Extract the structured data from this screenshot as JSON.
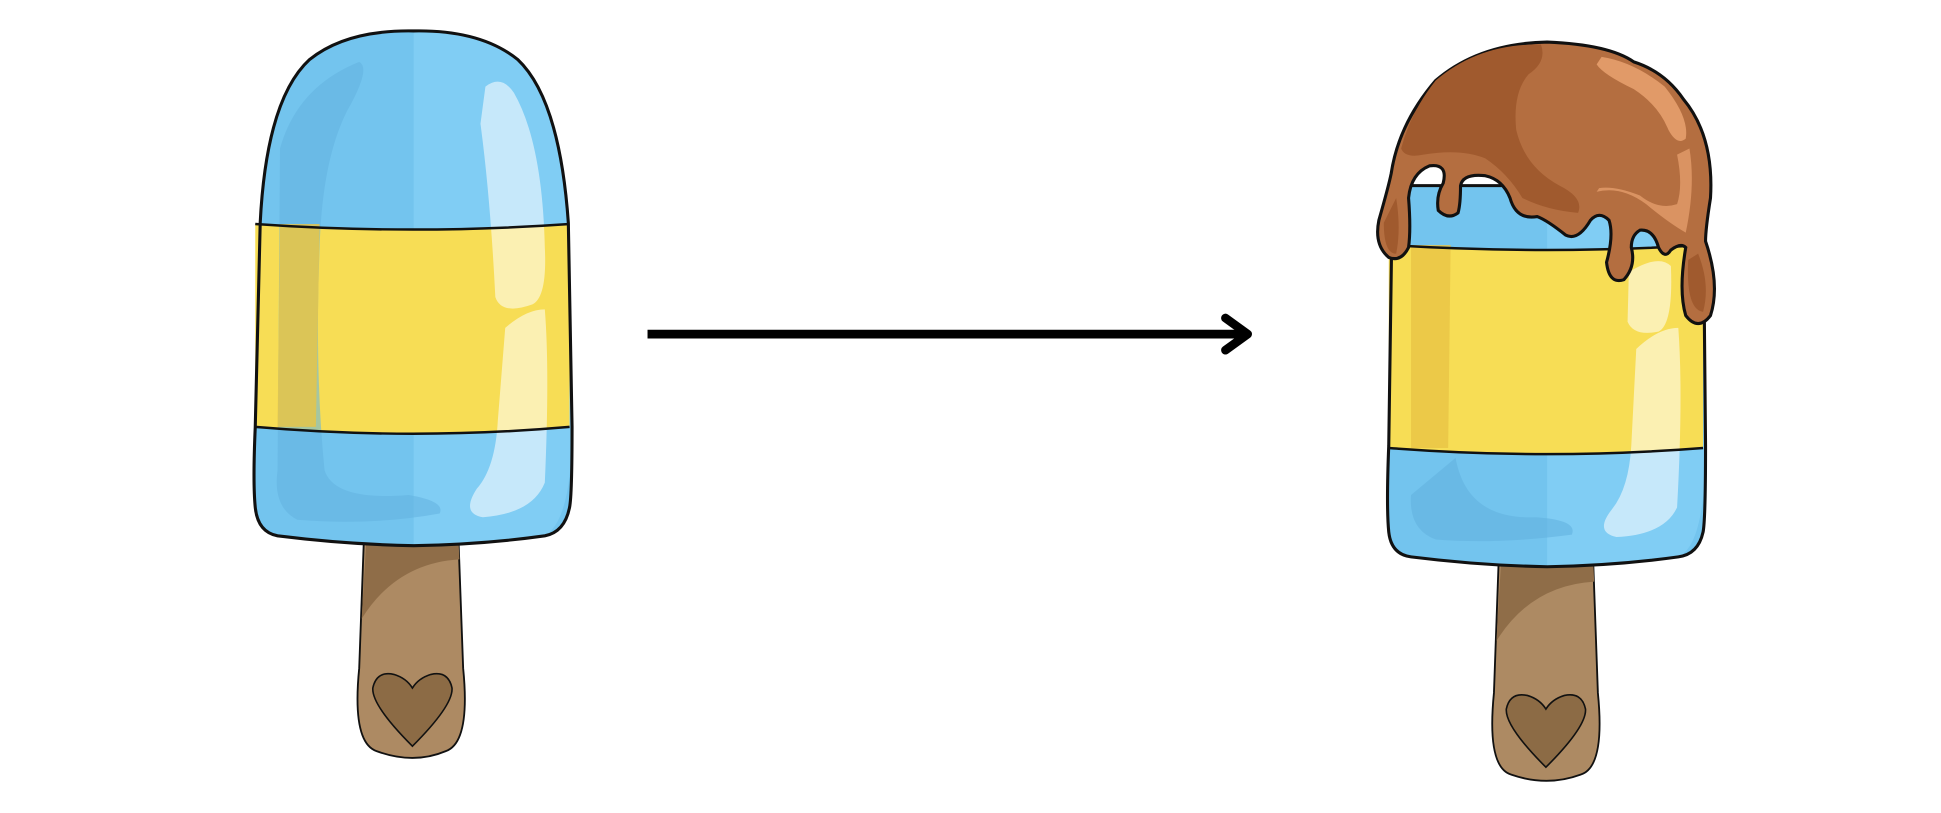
{
  "illustration": {
    "left_item": "plain-popsicle",
    "right_item": "chocolate-dipped-popsicle",
    "connector": "arrow-right"
  },
  "colors": {
    "blue": "#73c4ee",
    "blue_light": "#86d1f7",
    "blue_shadow": "#62b3e0",
    "yellow": "#f7dd55",
    "yellow_shadow": "#e8c445",
    "highlight": "#ffffff",
    "stick": "#ad8a63",
    "stick_shadow": "#8f6d48",
    "heart": "#8c6b45",
    "chocolate": "#b46e40",
    "chocolate_dark": "#a05a2e",
    "chocolate_light": "#e19a68",
    "outline": "#111111",
    "arrow": "#000000"
  }
}
